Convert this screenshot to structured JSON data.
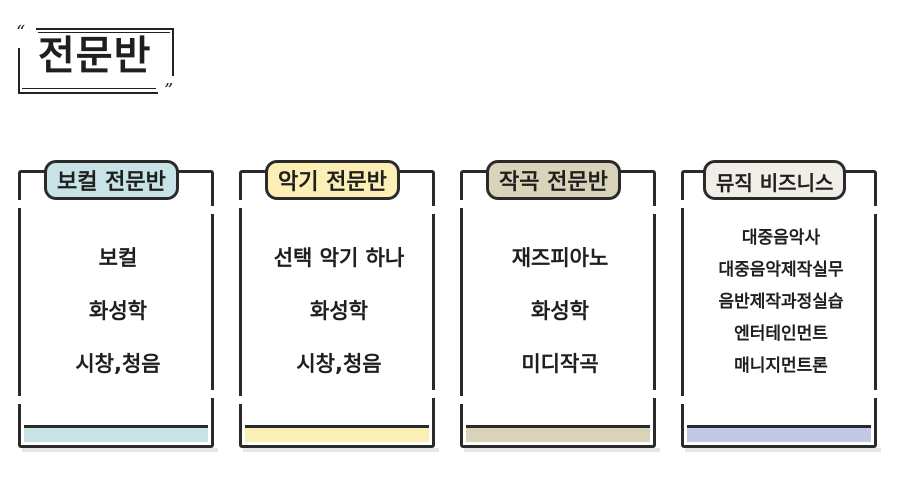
{
  "title": "전문반",
  "quote_open": "“",
  "quote_close": "”",
  "cards": [
    {
      "tag": "보컬 전문반",
      "color": "#c8e3e6",
      "items": [
        "보컬",
        "화성학",
        "시창,청음"
      ]
    },
    {
      "tag": "악기 전문반",
      "color": "#fbefb5",
      "items": [
        "선택 악기 하나",
        "화성학",
        "시창,청음"
      ]
    },
    {
      "tag": "작곡 전문반",
      "color": "#d9d3b9",
      "items": [
        "재즈피아노",
        "화성학",
        "미디작곡"
      ]
    },
    {
      "tag": "뮤직 비즈니스",
      "color": "#f0eee6",
      "footer_color": "#c4c8e8",
      "items": [
        "대중음악사",
        "대중음악제작실무",
        "음반제작과정실습",
        "엔터테인먼트",
        "매니지먼트론"
      ]
    }
  ]
}
